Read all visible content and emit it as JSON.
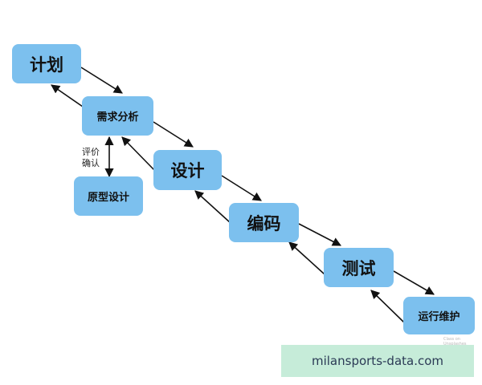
{
  "nodes": {
    "plan": "计划",
    "requirements": "需求分析",
    "prototype": "原型设计",
    "design": "设计",
    "coding": "编码",
    "testing": "测试",
    "maintenance": "运行维护"
  },
  "edge_label": {
    "line1": "评价",
    "line2": "确认"
  },
  "watermark": "milansports-data.com",
  "faint_text": "Class on Unsplashes",
  "colors": {
    "node_fill": "#7cc0ee",
    "arrow": "#111111",
    "watermark_bg": "#c6ecd9",
    "watermark_text": "#2b3a55"
  }
}
